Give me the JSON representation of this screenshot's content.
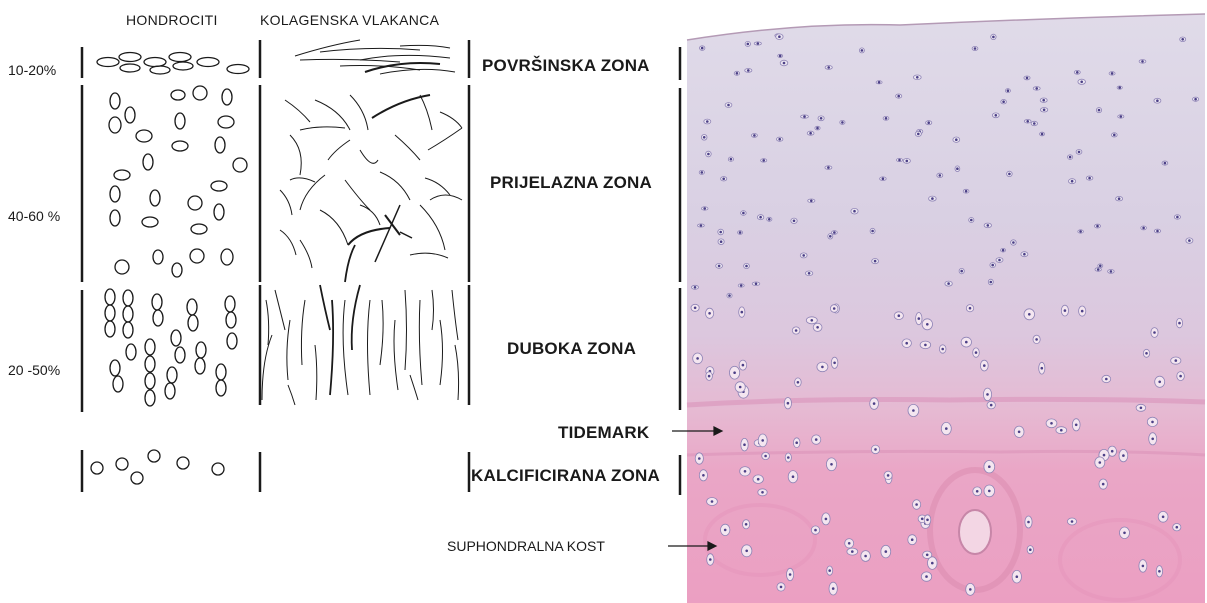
{
  "headers": {
    "chondrocytes": "HONDROCITI",
    "collagen": "KOLAGENSKA VLAKANCA"
  },
  "percentages": {
    "superficial": "10-20%",
    "transitional": "40-60 %",
    "deep": "20 -50%"
  },
  "zones": {
    "superficial": "POVRŠINSKA ZONA",
    "transitional": "PRIJELAZNA ZONA",
    "deep": "DUBOKA ZONA",
    "tidemark": "TIDEMARK",
    "calcified": "KALCIFICIRANA ZONA",
    "subchondral": "SUPHONDRALNA KOST"
  },
  "colors": {
    "ink": "#1a1a1a",
    "micro_top": "#d9d3e6",
    "micro_mid": "#e4c9da",
    "micro_bottom": "#eaa3c4",
    "cell_nucleus": "#4b3f86"
  }
}
